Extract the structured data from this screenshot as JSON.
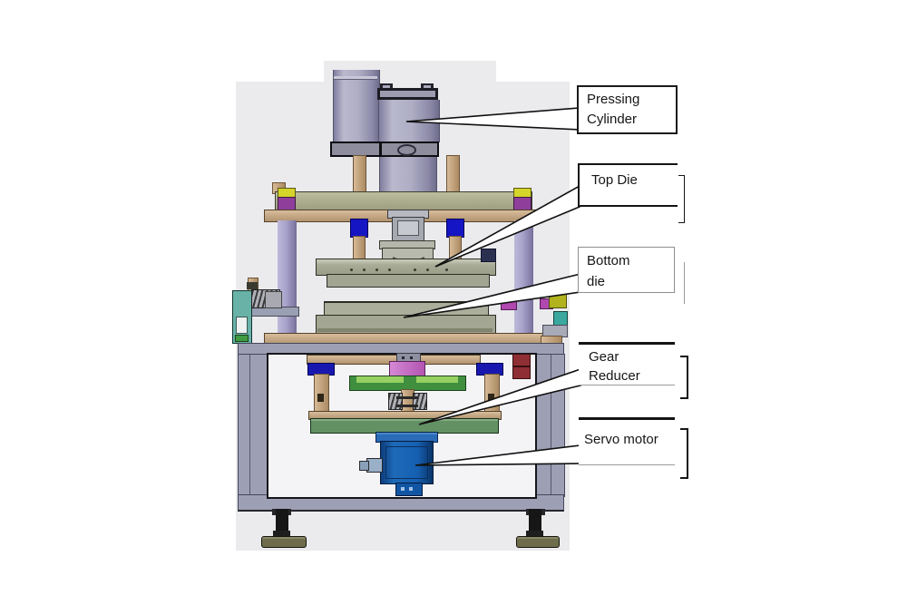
{
  "figure": {
    "type": "machine-assembly-diagram",
    "subject": "Servo-driven press machine, labeled front view"
  },
  "palette": {
    "backdrop": "#ebebee",
    "cylinder_purple": "#aeadc4",
    "guide_column_purple": "#a7a2ca",
    "die_plate_green": "#a9ac98",
    "tan_plate": "#c9ab88",
    "frame_gray": "#9da0b5",
    "bushing_blue": "#1515c4",
    "servo_blue": "#1660b2",
    "reducer_green": "#639163",
    "gear_green": "#3f8f3f",
    "coupling_magenta": "#b048b0",
    "bolt_yellow": "#d4d42a",
    "label_border": "#151515"
  },
  "callouts": [
    {
      "id": "pressing-cylinder",
      "lines": [
        "Pressing",
        "Cylinder"
      ]
    },
    {
      "id": "top-die",
      "lines": [
        "Top Die"
      ]
    },
    {
      "id": "bottom-die",
      "lines": [
        "Bottom",
        "die"
      ]
    },
    {
      "id": "gear-reducer",
      "lines": [
        "Gear",
        "Reducer"
      ]
    },
    {
      "id": "servo-motor",
      "lines": [
        "Servo motor"
      ]
    }
  ]
}
